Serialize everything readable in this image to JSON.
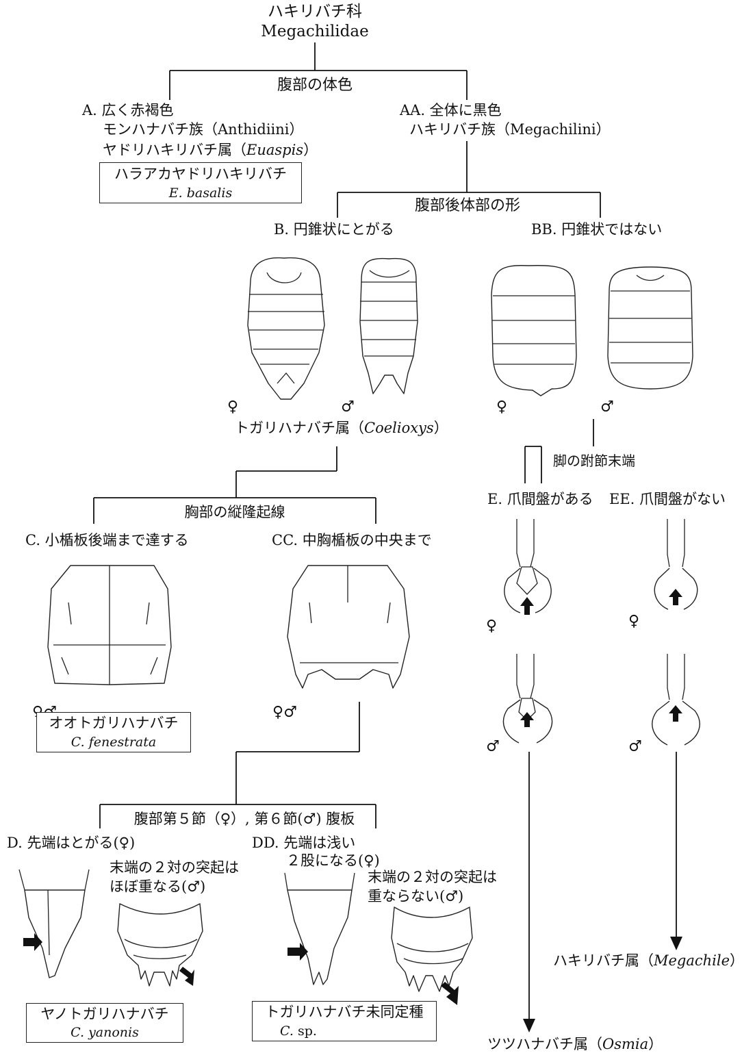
{
  "root": {
    "ja": "ハキリバチ科",
    "latin": "Megachilidae"
  },
  "q1": "腹部の体色",
  "A": {
    "title": "A. 広く赤褐色",
    "tribe": "モンハナバチ族（Anthidiini）",
    "genus_pre": "ヤドリハキリバチ属（",
    "genus_it": "Euaspis",
    "genus_post": "）",
    "species_ja": "ハラアカヤドリハキリバチ",
    "species_latin": "E. basalis"
  },
  "AA": {
    "title": "AA. 全体に黒色",
    "tribe": "ハキリバチ族（Megachilini）"
  },
  "q2": "腹部後体部の形",
  "B": {
    "title": "B. 円錐状にとがる",
    "female": "♀",
    "male": "♂",
    "genus_pre": "トガリハナバチ属（",
    "genus_it": "Coelioxys",
    "genus_post": "）"
  },
  "BB": {
    "title": "BB. 円錐状ではない",
    "female": "♀",
    "male": "♂"
  },
  "q3": "脚の跗節末端",
  "E": {
    "title": "E. 爪間盤がある",
    "female": "♀",
    "male": "♂"
  },
  "EE": {
    "title": "EE. 爪間盤がない",
    "female": "♀",
    "male": "♂"
  },
  "q4": "胸部の縦隆起線",
  "C": {
    "title": "C. 小楯板後端まで達する",
    "sex": "♀♂",
    "species_ja": "オオトガリハナバチ",
    "species_latin": "C. fenestrata"
  },
  "CC": {
    "title": "CC. 中胸楯板の中央まで",
    "sex": "♀♂"
  },
  "q5": "腹部第５節（♀）, 第６節(♂) 腹板",
  "D": {
    "title": "D. 先端はとがる(♀)",
    "male_line1": "末端の２対の突起は",
    "male_line2": "ほぼ重なる(♂)",
    "species_ja": "ヤノトガリハナバチ",
    "species_latin": "C. yanonis"
  },
  "DD": {
    "title_line1": "DD. 先端は浅い",
    "title_line2": "２股になる(♀)",
    "male_line1": "末端の２対の突起は",
    "male_line2": "重ならない(♂)",
    "species_ja": "トガリハナバチ未同定種",
    "species_latin": "C. sp."
  },
  "osmia": {
    "pre": "ツツハナバチ属（",
    "it": "Osmia",
    "post": "）"
  },
  "megachile": {
    "pre": "ハキリバチ属（",
    "it": "Megachile",
    "post": "）"
  }
}
